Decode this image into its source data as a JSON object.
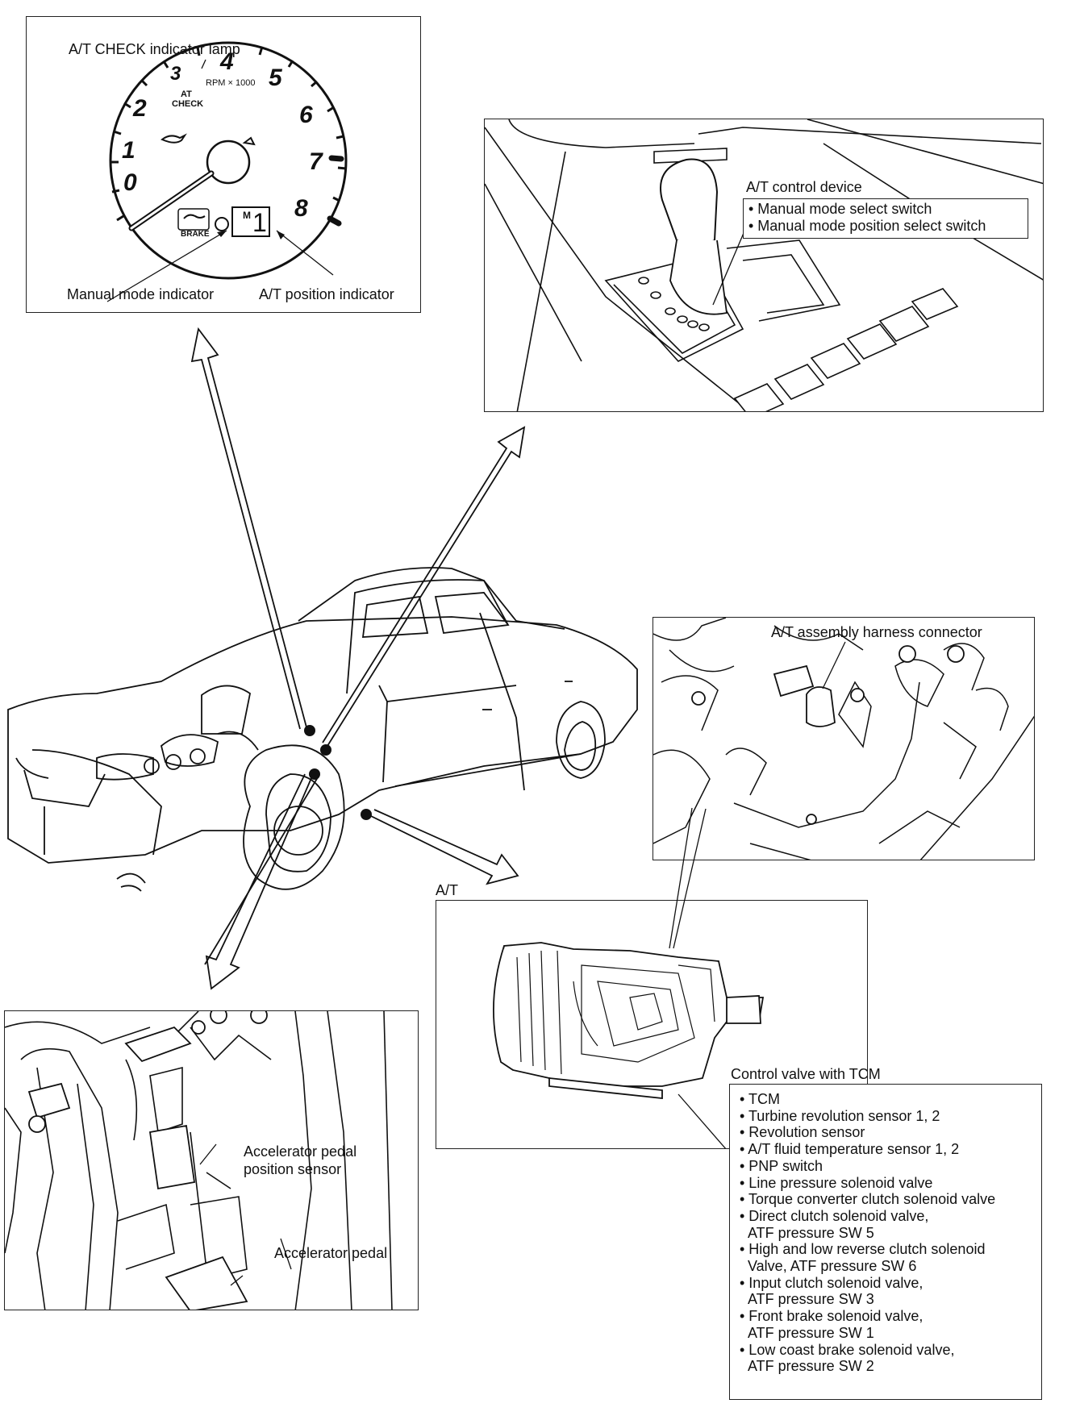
{
  "tach_panel": {
    "lamp_label": "A/T CHECK indicator lamp",
    "manual_mode_label": "Manual mode indicator",
    "position_label": "A/T position indicator",
    "dial_numbers": [
      "0",
      "1",
      "2",
      "3",
      "4",
      "5",
      "6",
      "7",
      "8"
    ],
    "rpm_text": "RPM × 1000",
    "at_text": "AT",
    "check_text": "CHECK",
    "brake_text": "BRAKE",
    "m_text": "M",
    "gear_value": "1"
  },
  "shifter_panel": {
    "title": "A/T control device",
    "items": [
      "• Manual mode select switch",
      "• Manual mode position select switch"
    ]
  },
  "harness_panel": {
    "title": "A/T assembly harness connector"
  },
  "at_panel": {
    "title": "A/T",
    "tcm_title": "Control valve with TCM",
    "items": [
      "• TCM",
      "• Turbine revolution sensor 1, 2",
      "• Revolution sensor",
      "• A/T fluid temperature sensor 1, 2",
      "• PNP switch",
      "• Line pressure solenoid valve",
      "• Torque converter clutch solenoid valve",
      "• Direct clutch solenoid valve,",
      "   ATF pressure SW 5",
      "• High and low reverse clutch solenoid",
      "   Valve, ATF pressure SW 6",
      "• Input clutch solenoid valve,",
      "   ATF pressure SW 3",
      "• Front brake solenoid valve,",
      "   ATF pressure SW 1",
      "• Low coast brake solenoid valve,",
      "   ATF pressure SW 2"
    ]
  },
  "pedal_panel": {
    "sensor_label_1": "Accelerator pedal",
    "sensor_label_2": "position sensor",
    "pedal_label": "Accelerator pedal"
  }
}
